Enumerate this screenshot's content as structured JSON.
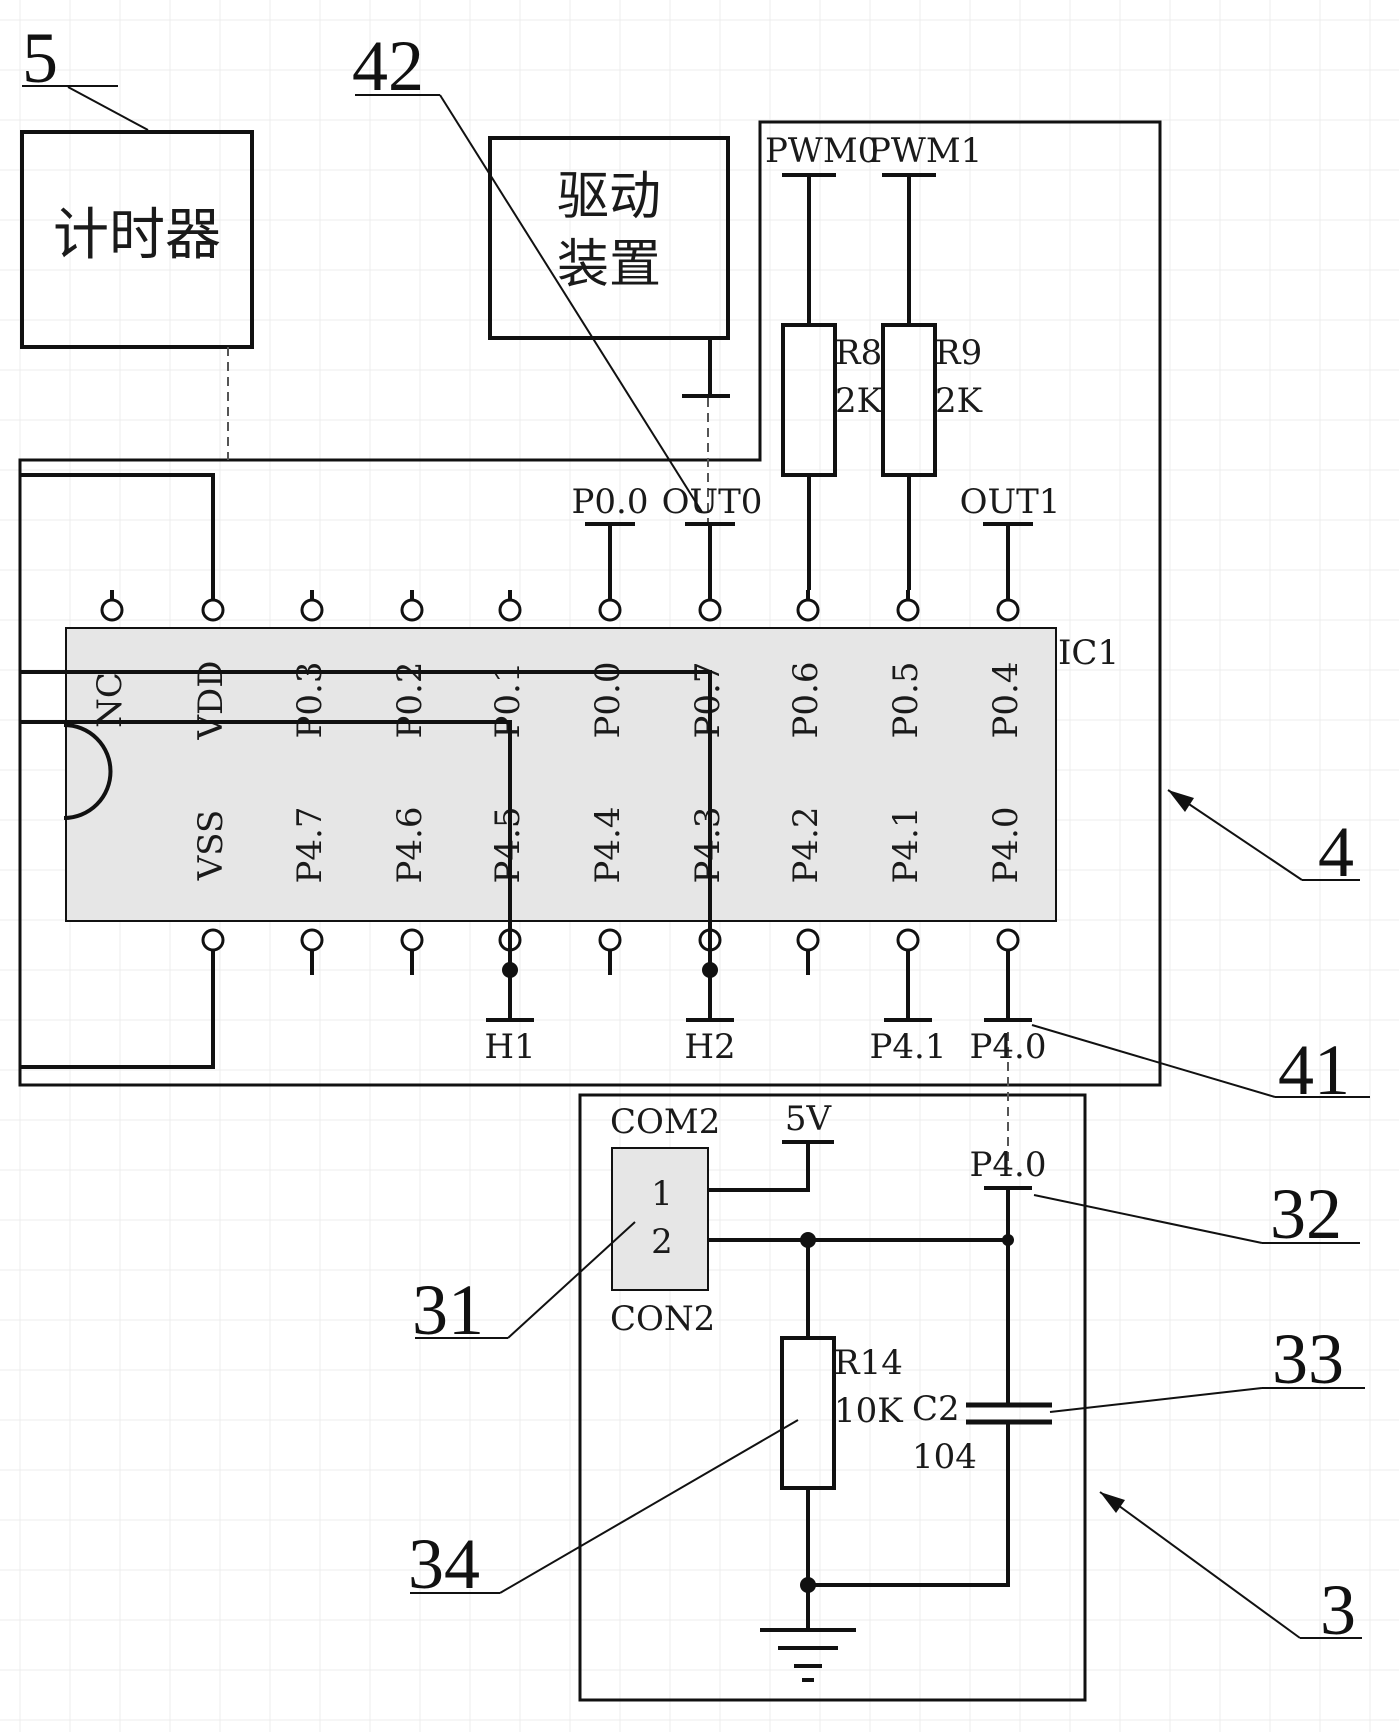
{
  "blocks": {
    "timer": "计时器",
    "driver_line1": "驱动",
    "driver_line2": "装置"
  },
  "ic": {
    "designator": "IC1",
    "top_pins": [
      "NC",
      "VDD",
      "P0.3",
      "P0.2",
      "P0.1",
      "P0.0",
      "P0.7",
      "P0.6",
      "P0.5",
      "P0.4"
    ],
    "bottom_pins": [
      "VSS",
      "P4.7",
      "P4.6",
      "P4.5",
      "P4.4",
      "P4.3",
      "P4.2",
      "P4.1",
      "P4.0"
    ]
  },
  "nets": {
    "pwm0": "PWM0",
    "pwm1": "PWM1",
    "p00": "P0.0",
    "out0": "OUT0",
    "out1": "OUT1",
    "h1": "H1",
    "h2": "H2",
    "p41": "P4.1",
    "p40": "P4.0",
    "p40_b": "P4.0",
    "v5": "5V"
  },
  "resistors": {
    "r8_name": "R8",
    "r8_value": "2K",
    "r9_name": "R9",
    "r9_value": "2K",
    "r14_name": "R14",
    "r14_value": "10K"
  },
  "capacitor": {
    "name": "C2",
    "value": "104"
  },
  "connector": {
    "top_label": "COM2",
    "bottom_label": "CON2",
    "pin1": "1",
    "pin2": "2"
  },
  "callouts": {
    "c5": "5",
    "c42": "42",
    "c4": "4",
    "c41": "41",
    "c32": "32",
    "c31": "31",
    "c33": "33",
    "c34": "34",
    "c3": "3"
  }
}
